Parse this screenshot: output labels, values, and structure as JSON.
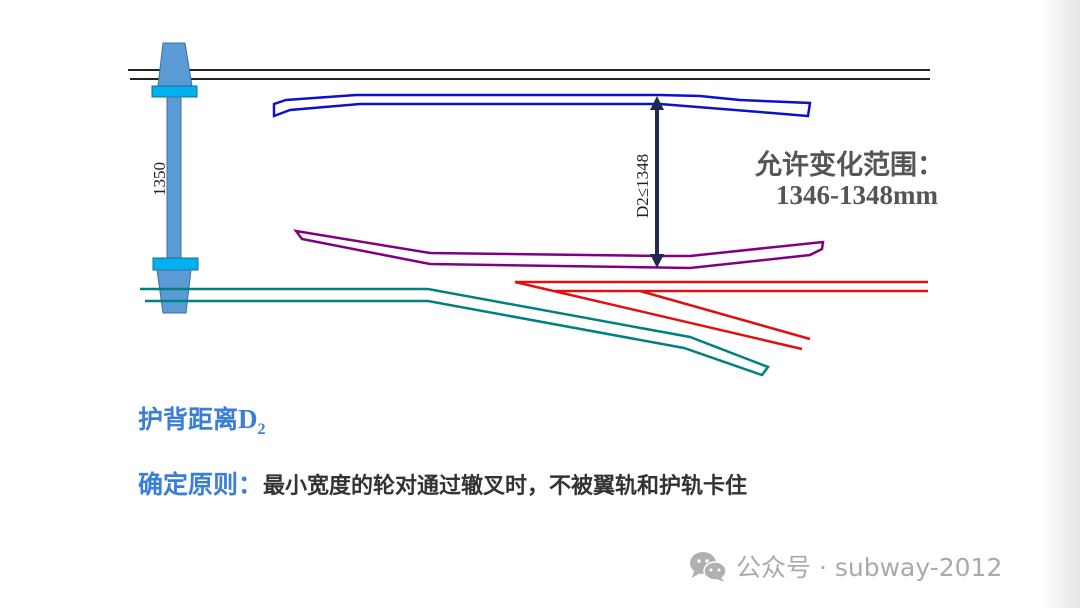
{
  "diagram": {
    "axle_gauge_label": "1350",
    "d2_dimension_label": "D2≤1348",
    "colors": {
      "wheel": "#5b9bd5",
      "wheel_collar": "#00b0f0",
      "top_rails": "#222222",
      "guard_rail_top": "#1010c8",
      "guard_rail_bottom": "#800080",
      "stock_rail": "#008080",
      "frog": "#e01010",
      "dimension_arrow": "#1f2a52",
      "accent_text": "#3a7fd5"
    }
  },
  "annotation": {
    "range_label": "允许变化范围：",
    "range_value": "1346-1348mm"
  },
  "title": {
    "text": "护背距离",
    "symbol": "D",
    "subscript": "2"
  },
  "principle": {
    "label": "确定原则：",
    "text": "最小宽度的轮对通过辙叉时，不被翼轨和护轨卡住"
  },
  "watermark": {
    "text": "公众号 · subway-2012"
  }
}
